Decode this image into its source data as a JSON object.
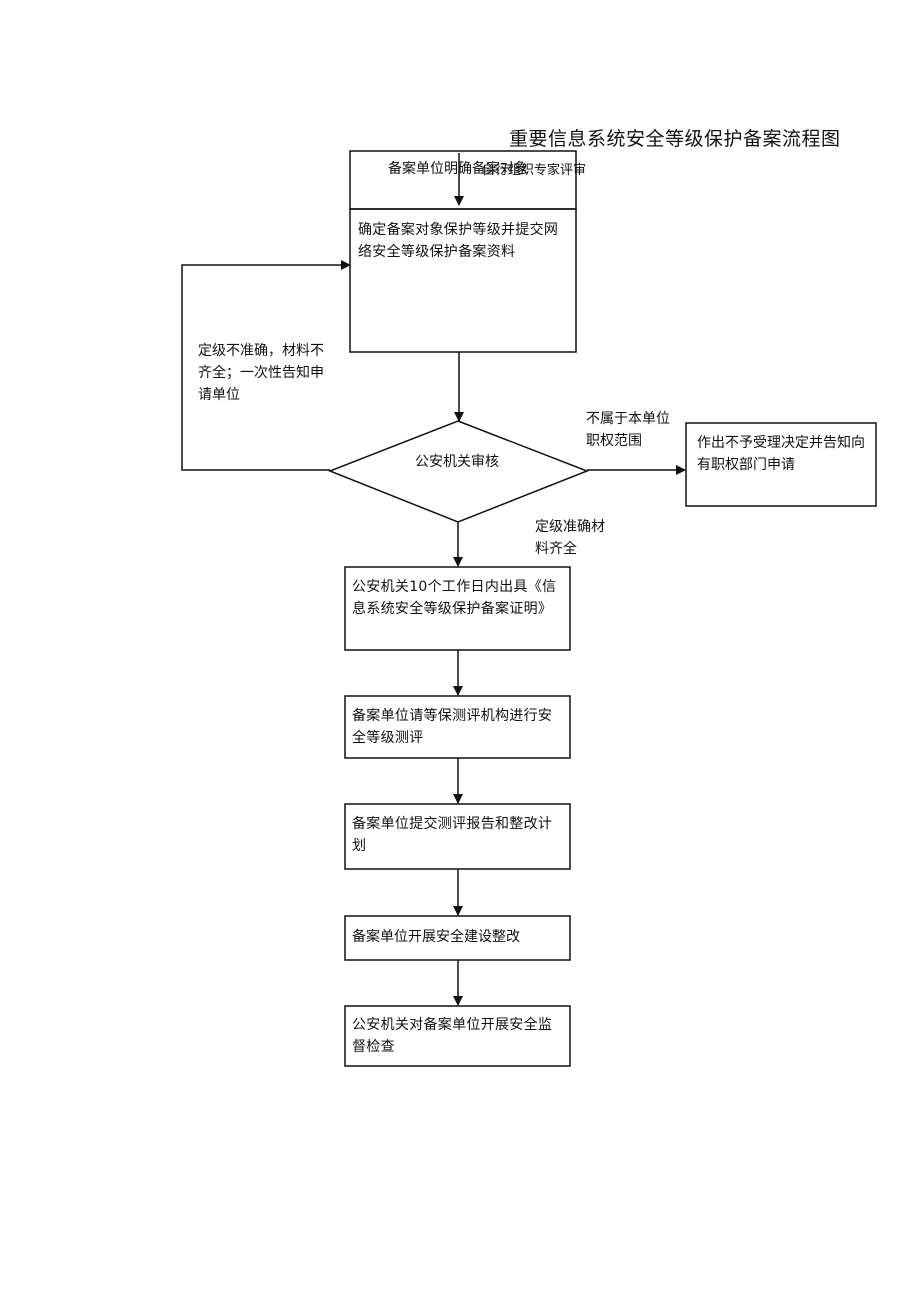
{
  "title": "重要信息系统安全等级保护备案流程图",
  "top_box": {
    "text_a": "备案单位明确备案对象",
    "text_b": "自行组织专家评审"
  },
  "step1": "确定备案对象保护等级并提交网络安全等级保护备案资料",
  "decision": "公安机关审核",
  "return_label": "定级不准确，材料不齐全；一次性告知申请单位",
  "reject_label": "不属于本单位职权范围",
  "reject_box": "作出不予受理决定并告知向有职权部门申请",
  "accept_label": "定级准确材料齐全",
  "step2": "公安机关10个工作日内出具《信息系统安全等级保护备案证明》",
  "step3": "备案单位请等保测评机构进行安全等级测评",
  "step4": "备案单位提交测评报告和整改计划",
  "step5": "备案单位开展安全建设整改",
  "step6": "公安机关对备案单位开展安全监督检查",
  "colors": {
    "line": "#111111",
    "text": "#111111"
  }
}
